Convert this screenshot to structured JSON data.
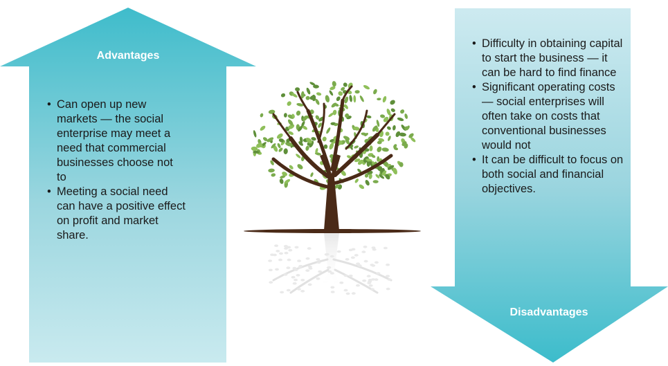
{
  "advantages": {
    "title": "Advantages",
    "items": [
      "Can open up new markets — the social enterprise may meet a need that commercial businesses choose not to",
      "Meeting a social need can have a positive effect on profit and market share."
    ]
  },
  "disadvantages": {
    "title": "Disadvantages",
    "items": [
      "Difficulty in obtaining capital to start the business — it can be hard to find finance",
      "Significant operating costs — social enterprises will often take on costs that conventional businesses would not",
      "It can be difficult to focus on both social and financial objectives."
    ]
  },
  "colors": {
    "arrow_dark": "#3fbccb",
    "arrow_light": "#c6e9ee",
    "trunk": "#4a2a17",
    "leaf": "#7bab4d",
    "leaf_dark": "#5f8f3a"
  },
  "icons": {
    "up_arrow": "arrow-up-shape",
    "down_arrow": "arrow-down-shape",
    "tree": "tree-illustration"
  }
}
